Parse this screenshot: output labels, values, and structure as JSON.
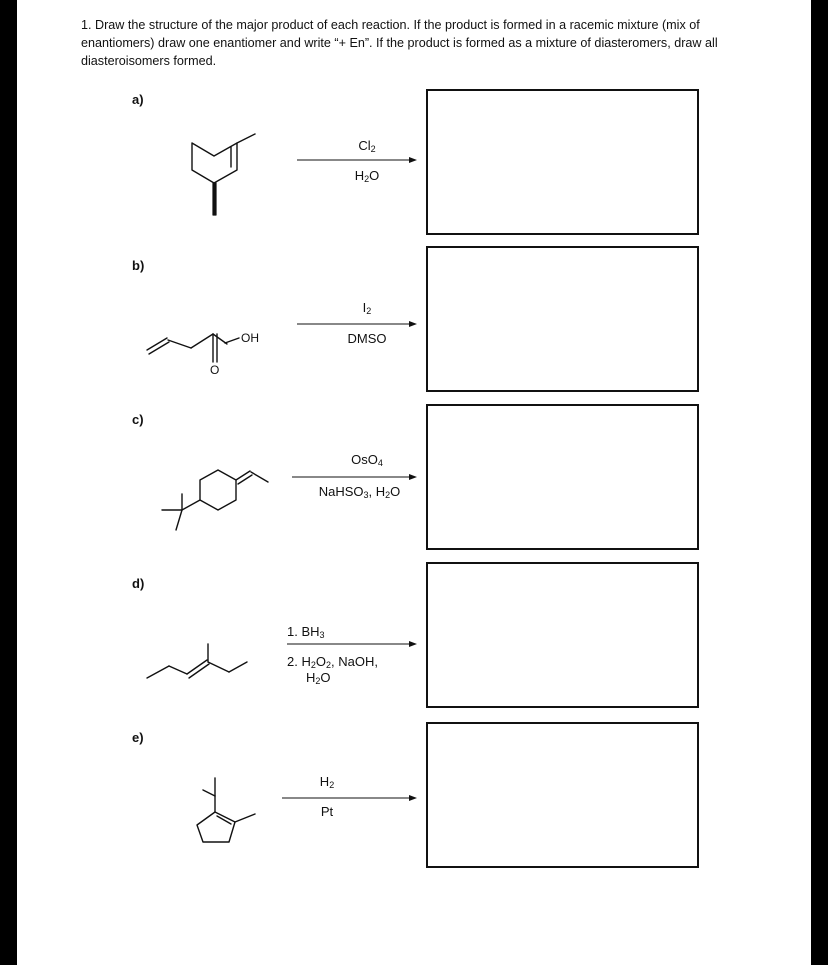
{
  "instructions": "1. Draw the structure of the major product of each reaction. If the product is formed in a racemic mixture (mix of enantiomers) draw one enantiomer and write “+ En”. If the product is formed as a mixture of diasteromers, draw all diasteroisomers formed.",
  "problems": [
    {
      "label": "a)",
      "reagent_top": "Cl2",
      "reagent_bottom": "H2O"
    },
    {
      "label": "b)",
      "reagent_top": "I2",
      "reagent_bottom": "DMSO",
      "substituent": "OH",
      "oxygen": "O"
    },
    {
      "label": "c)",
      "reagent_top": "OsO4",
      "reagent_bottom": "NaHSO3, H2O"
    },
    {
      "label": "d)",
      "reagent_top": "1. BH3",
      "reagent_bottom": "2. H2O2, NaOH,",
      "reagent_bottom2": "H2O"
    },
    {
      "label": "e)",
      "reagent_top": "H2",
      "reagent_bottom": "Pt"
    }
  ]
}
